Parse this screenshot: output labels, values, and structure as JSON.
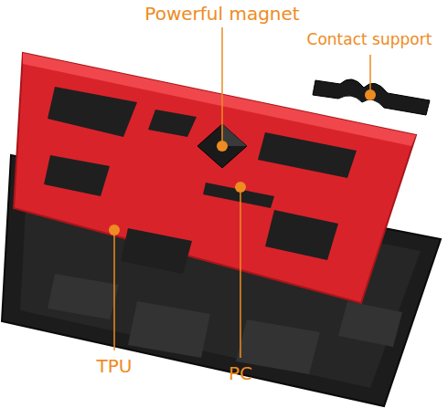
{
  "diagram": {
    "labels": [
      "Powerful magnet",
      "Contact support",
      "TPU",
      "PC"
    ]
  }
}
